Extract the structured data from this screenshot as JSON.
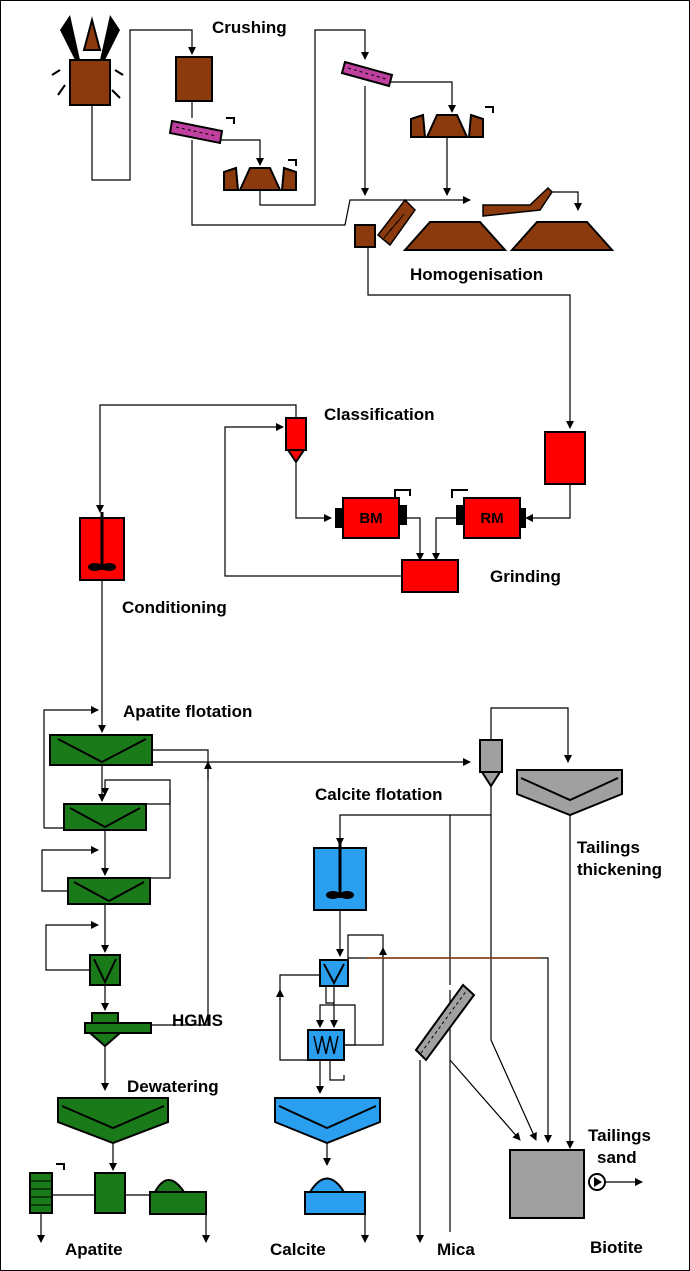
{
  "labels": {
    "crushing": "Crushing",
    "homogenisation": "Homogenisation",
    "classification": "Classification",
    "grinding": "Grinding",
    "conditioning": "Conditioning",
    "apatite_flotation": "Apatite flotation",
    "calcite_flotation": "Calcite flotation",
    "tailings_thickening_1": "Tailings",
    "tailings_thickening_2": "thickening",
    "hgms": "HGMS",
    "dewatering": "Dewatering",
    "tailings_sand_1": "Tailings",
    "tailings_sand_2": "sand",
    "apatite": "Apatite",
    "calcite": "Calcite",
    "mica": "Mica",
    "biotite": "Biotite"
  },
  "mills": {
    "ball_mill": "BM",
    "rod_mill": "RM"
  },
  "colors": {
    "crushing": "#8b3a0e",
    "grinding": "#ff0000",
    "apatite_circuit": "#1a7a1a",
    "calcite_circuit": "#2a9ff0",
    "tailings": "#a0a0a0",
    "screen": "#c040a0",
    "line": "#000000"
  }
}
